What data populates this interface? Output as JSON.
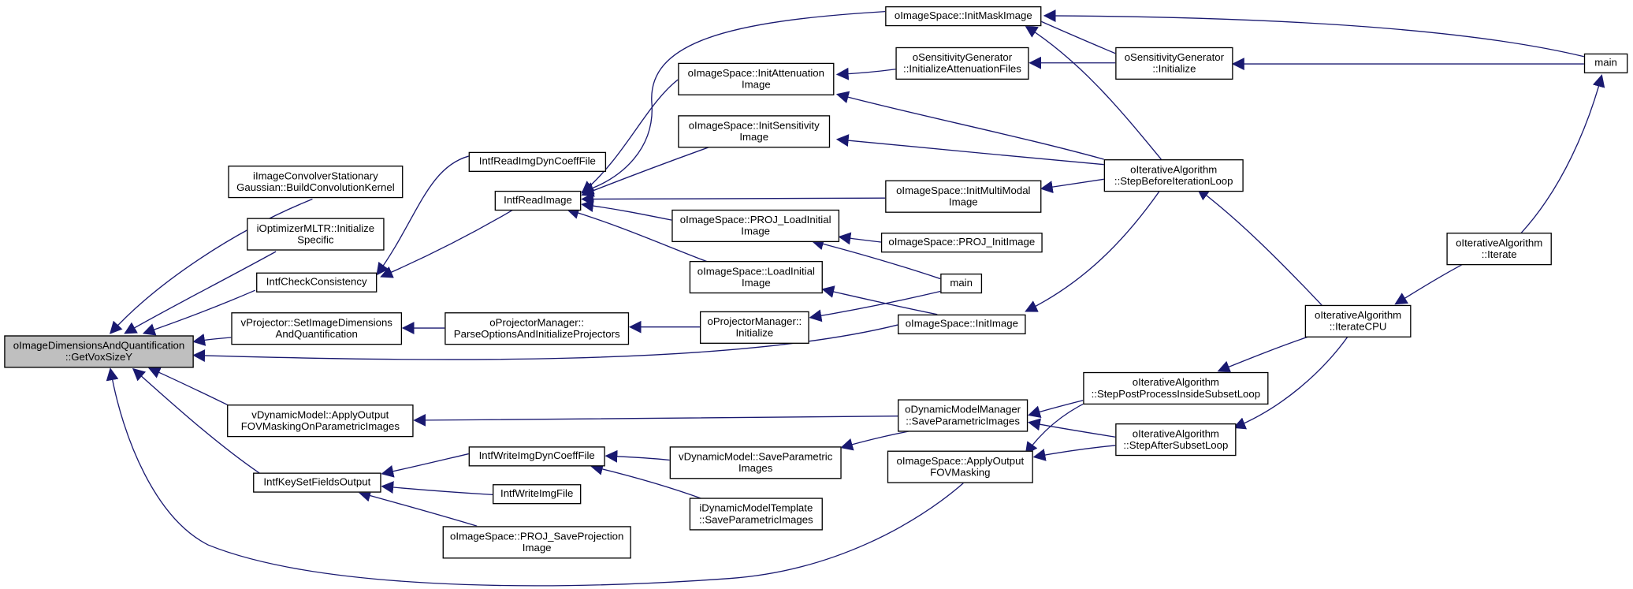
{
  "colors": {
    "edge": "#191970",
    "root_fill": "#bfbfbf",
    "node_fill": "#ffffff",
    "node_border": "#000000"
  },
  "nodes": {
    "n0": [
      "oImageDimensionsAndQuantification",
      "::GetVoxSizeY"
    ],
    "n1": [
      "iImageConvolverStationary",
      "Gaussian::BuildConvolutionKernel"
    ],
    "n2": [
      "iOptimizerMLTR::Initialize",
      "Specific"
    ],
    "n3": [
      "IntfCheckConsistency"
    ],
    "n4": [
      "vProjector::SetImageDimensions",
      "AndQuantification"
    ],
    "n5": [
      "vDynamicModel::ApplyOutput",
      "FOVMaskingOnParametricImages"
    ],
    "n6": [
      "IntfKeySetFieldsOutput"
    ],
    "n7": [
      "IntfReadImgDynCoeffFile"
    ],
    "n8": [
      "IntfReadImage"
    ],
    "n9": [
      "oProjectorManager::",
      "ParseOptionsAndInitializeProjectors"
    ],
    "n10": [
      "IntfWriteImgDynCoeffFile"
    ],
    "n11": [
      "IntfWriteImgFile"
    ],
    "n12": [
      "oImageSpace::PROJ_SaveProjection",
      "Image"
    ],
    "n13": [
      "oImageSpace::InitMaskImage"
    ],
    "n14": [
      "oImageSpace::InitAttenuation",
      "Image"
    ],
    "n15": [
      "oImageSpace::InitSensitivity",
      "Image"
    ],
    "n16": [
      "oImageSpace::PROJ_LoadInitial",
      "Image"
    ],
    "n17": [
      "oImageSpace::LoadInitial",
      "Image"
    ],
    "n18": [
      "oProjectorManager::",
      "Initialize"
    ],
    "n19": [
      "vDynamicModel::SaveParametric",
      "Images"
    ],
    "n20": [
      "iDynamicModelTemplate",
      "::SaveParametricImages"
    ],
    "n21": [
      "oSensitivityGenerator",
      "::InitializeAttenuationFiles"
    ],
    "n22": [
      "oImageSpace::InitMultiModal",
      "Image"
    ],
    "n23": [
      "oImageSpace::PROJ_InitImage"
    ],
    "n24": [
      "main"
    ],
    "n25": [
      "oImageSpace::InitImage"
    ],
    "n26": [
      "oDynamicModelManager",
      "::SaveParametricImages"
    ],
    "n27": [
      "oImageSpace::ApplyOutput",
      "FOVMasking"
    ],
    "n28": [
      "oSensitivityGenerator",
      "::Initialize"
    ],
    "n29": [
      "oIterativeAlgorithm",
      "::StepBeforeIterationLoop"
    ],
    "n30": [
      "oIterativeAlgorithm",
      "::StepPostProcessInsideSubsetLoop"
    ],
    "n31": [
      "oIterativeAlgorithm",
      "::StepAfterSubsetLoop"
    ],
    "n32": [
      "oIterativeAlgorithm",
      "::IterateCPU"
    ],
    "n33": [
      "oIterativeAlgorithm",
      "::Iterate"
    ],
    "n34": [
      "main"
    ]
  }
}
